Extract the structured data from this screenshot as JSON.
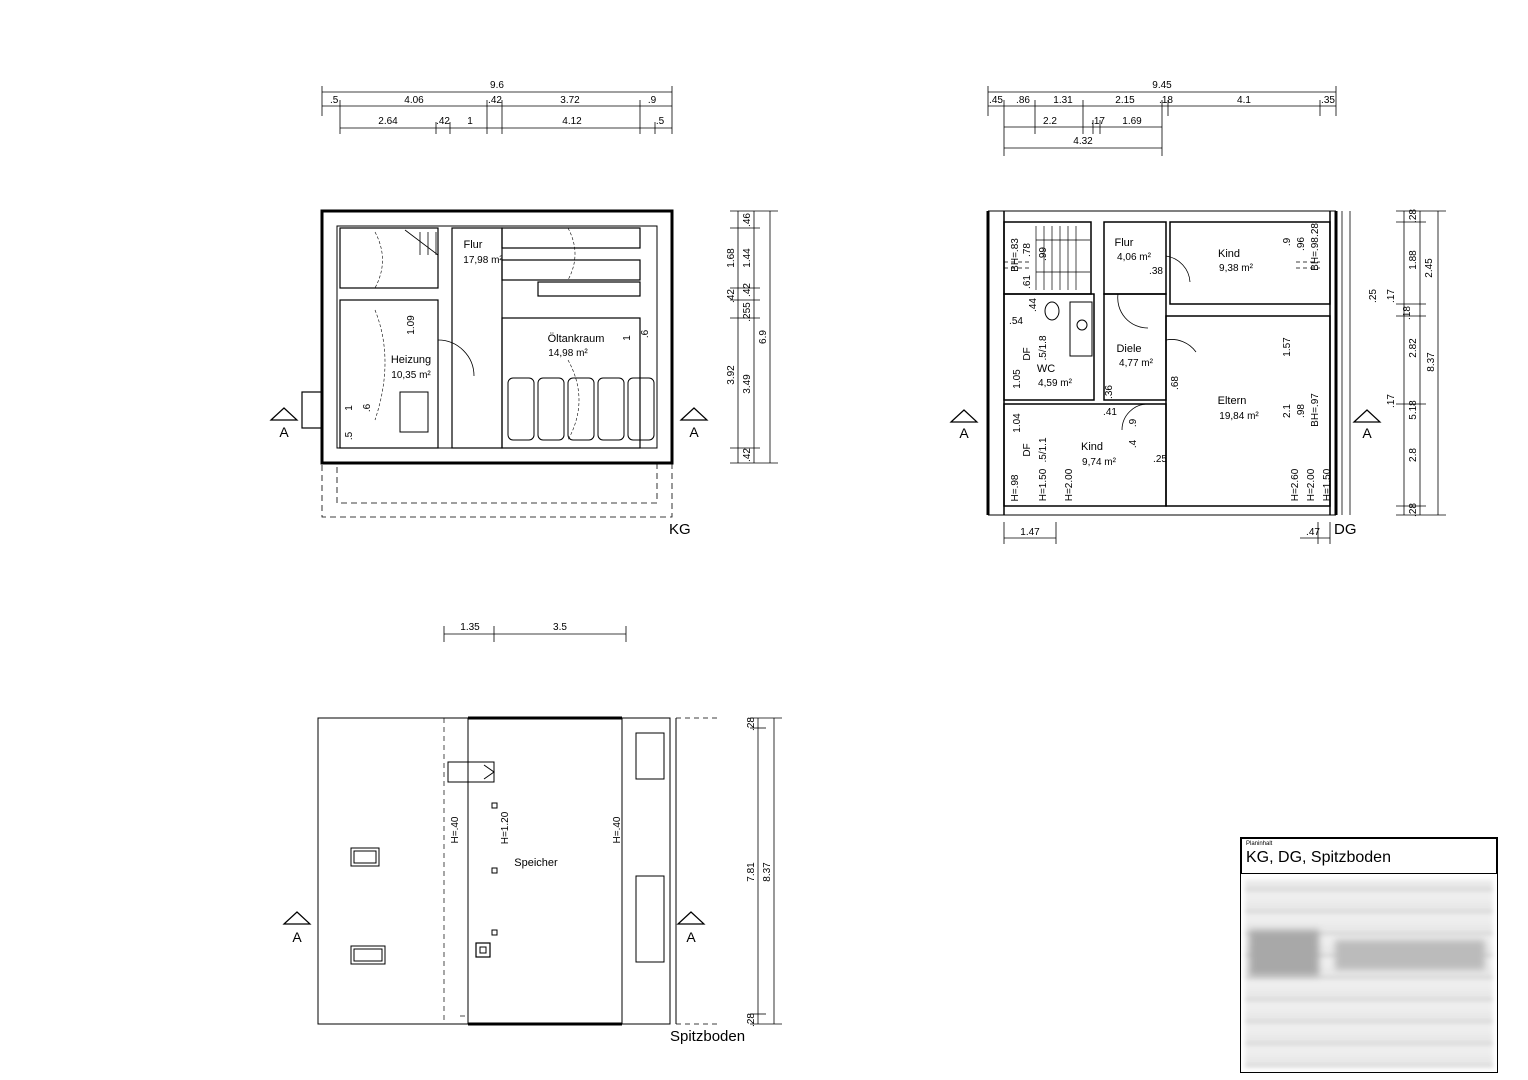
{
  "kg": {
    "label": "KG",
    "section": "A",
    "rooms": [
      {
        "name": "Flur",
        "area": "17,98 m²"
      },
      {
        "name": "Heizung",
        "area": "10,35 m²"
      },
      {
        "name": "Öltankraum",
        "area": "14,98 m²"
      }
    ],
    "dims_top": [
      "9.6",
      ".5",
      "4.06",
      ".42",
      "3.72",
      ".9",
      "2.64",
      ".42",
      "1",
      "4.12",
      ".5"
    ],
    "dims_right": [
      ".46",
      "1.68",
      "1.44",
      ".42",
      ".42",
      ".255",
      "3.92",
      "3.49",
      "6.9",
      ".42"
    ],
    "dims_inner": [
      "1.09",
      ".6",
      "1",
      ".5",
      "1",
      ".6"
    ]
  },
  "dg": {
    "label": "DG",
    "section": "A",
    "rooms": [
      {
        "name": "Flur",
        "area": "4,06 m²"
      },
      {
        "name": "Kind",
        "area": "9,38 m²"
      },
      {
        "name": "Diele",
        "area": "4,77 m²"
      },
      {
        "name": "WC",
        "area": "4,59 m²"
      },
      {
        "name": "Eltern",
        "area": "19,84 m²"
      },
      {
        "name": "Kind",
        "area": "9,74 m²"
      }
    ],
    "dims_top": [
      "9.45",
      ".45",
      ".86",
      "1.31",
      "2.15",
      ".18",
      "4.1",
      ".35",
      "2.2",
      ".17",
      "1.69",
      "4.32"
    ],
    "dims_right": [
      ".28",
      "1.88",
      "2.45",
      "2.82",
      "8.37",
      "5.18",
      "2.8",
      ".28",
      ".25",
      ".17",
      ".18",
      ".17"
    ],
    "dims_bottom": [
      "1.47",
      ".47"
    ],
    "marks": [
      "BH=.83",
      ".78",
      ".99",
      ".61",
      ".44",
      ".54",
      "DF",
      ".5/1.8",
      "1.05",
      ".36",
      ".41",
      ".9",
      ".4",
      ".25",
      "1.04",
      "DF",
      ".5/1.1",
      "H=.98",
      "H=1.50",
      "H=2.00",
      ".38",
      ".68",
      ".96",
      ".28",
      ".9",
      "BH=.98",
      "1.57",
      "2.1",
      ".98",
      "BH=.97",
      "H=2.60",
      "H=2.00",
      "H=1.50"
    ]
  },
  "sp": {
    "label": "Spitzboden",
    "section": "A",
    "room": "Speicher",
    "dims_top": [
      "1.35",
      "3.5"
    ],
    "dims_right": [
      ".28",
      "7.81",
      "8.37",
      ".28"
    ],
    "marks": [
      "H=.40",
      "H=1.20",
      "H=.40"
    ]
  },
  "titleblock": {
    "label": "Planinhalt",
    "title": "KG, DG, Spitzboden"
  }
}
